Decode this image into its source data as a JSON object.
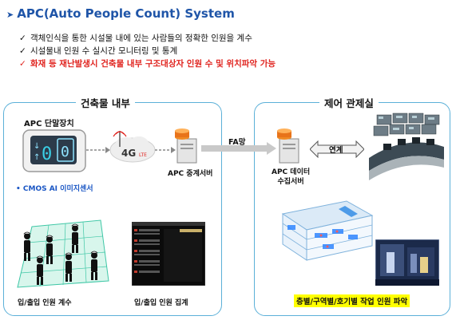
{
  "title": "APC(Auto People Count) System",
  "bullets": [
    {
      "text": "객체인식을 통한 시설물 내에 있는 사람들의 정확한 인원을 계수",
      "highlight": false
    },
    {
      "text": "시설물내 인원 수 실시간 모니터링 및 통계",
      "highlight": false
    },
    {
      "text": "화재 등 재난발생시 건축물 내부 구조대상자 인원 수 및 위치파악 가능",
      "highlight": true
    }
  ],
  "left_panel": {
    "title": "건축물 내부",
    "terminal_label": "APC 단말장치",
    "sensor_label": "CMOS AI 이미지센서",
    "network_label": "4G LTE",
    "relay_server_label": "APC 중계서버",
    "count_label": "입/출입 인원 계수",
    "aggregate_label": "입/출입 인원 집계"
  },
  "link_label": "FA망",
  "right_panel": {
    "title": "제어 관제실",
    "data_server_label_1": "APC 데이터",
    "data_server_label_2": "수집서버",
    "link_label": "연계",
    "bottom_label": "층별/구역별/호기별 작업 인원 파악"
  },
  "colors": {
    "title_blue": "#1f55a8",
    "highlight_red": "#e0231e",
    "panel_border": "#5bb0d8",
    "sensor_blue": "#1a56c4",
    "tag_yellow": "#ffff00"
  }
}
